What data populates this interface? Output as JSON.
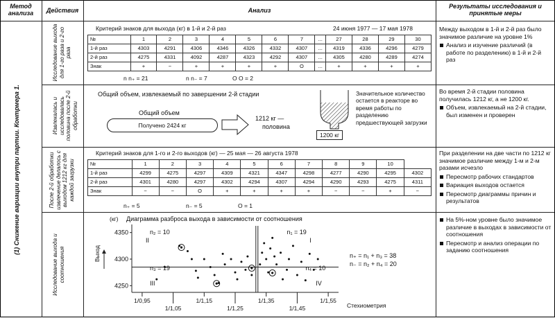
{
  "headers": {
    "method": "Метод анализа",
    "actions": "Действия",
    "analysis": "Анализ",
    "results": "Результаты исследования и принятые меры"
  },
  "method_label": "(1) Снижение вариации внутри партии. Контрмера 1.",
  "row1": {
    "action": "Исследование выхода для 1-го раза и 2-го раза",
    "title": "Критерий знаков для выхода (кг) в 1-й и 2-й раз",
    "date": "24 июня 1977 — 17 мая 1978",
    "table": {
      "header": [
        "№",
        "1",
        "2",
        "3",
        "4",
        "5",
        "6",
        "7",
        "...",
        "27",
        "28",
        "29",
        "30"
      ],
      "r1": [
        "1-й раз",
        "4303",
        "4291",
        "4306",
        "4346",
        "4326",
        "4332",
        "4307",
        "...",
        "4319",
        "4336",
        "4296",
        "4279"
      ],
      "r2": [
        "2-й раз",
        "4275",
        "4331",
        "4092",
        "4287",
        "4323",
        "4292",
        "4307",
        "...",
        "4305",
        "4280",
        "4289",
        "4274"
      ],
      "r3": [
        "Знак",
        "+",
        "−",
        "+",
        "+",
        "+",
        "+",
        "O",
        "...",
        "+",
        "+",
        "+",
        "+"
      ]
    },
    "counts": [
      "n n₊ = 21",
      "n n₋ = 7",
      "O O = 2"
    ],
    "result_text": "Между выходом в 1-й и 2-й раз было значимое различие на уровне 1%",
    "result_bullets": [
      "Анализ и изучение различий (в работе по разделению) в 1-й и 2-й раз"
    ]
  },
  "row2": {
    "action": "Извлекалась и исследовалась половина после 2-й обработки",
    "title": "Общий объем, извлекаемый по завершении 2-й стадии",
    "total_label": "Общий объем",
    "obtained": "Получено 2424 кг",
    "half_line1": "1212 кг —",
    "half_line2": "половина",
    "tank_label": "1200 кг",
    "note": "Значительное количество остается в реакторе во время работы по разделению предшествующей загрузки",
    "result_text": "Во время 2-й стадии половина получилась 1212 кг, а не 1200 кг.",
    "result_bullets": [
      "Объем, извлекаемый на 2-й стадии, был изменен и проверен"
    ]
  },
  "row3": {
    "action": "После 2-й обработки извлечение делалось с выходом 1212 кг для каждой загрузки",
    "title": "Критерий знаков для 1-го и 2-го выходов (кг) — 25 мая — 26 августа 1978",
    "table": {
      "header": [
        "№",
        "1",
        "2",
        "3",
        "4",
        "5",
        "6",
        "7",
        "8",
        "9",
        "10"
      ],
      "r1": [
        "1-й раз",
        "4299",
        "4275",
        "4297",
        "4309",
        "4321",
        "4347",
        "4298",
        "4277",
        "4290",
        "4295",
        "4302"
      ],
      "r2": [
        "2-й раз",
        "4301",
        "4280",
        "4297",
        "4302",
        "4294",
        "4307",
        "4294",
        "4290",
        "4293",
        "4275",
        "4311"
      ],
      "r3": [
        "Знак",
        "−",
        "−",
        "O",
        "+",
        "+",
        "+",
        "+",
        "−",
        "−",
        "+",
        "−"
      ]
    },
    "counts": [
      "n₊ = 5",
      "n₋ = 5",
      "O = 1"
    ],
    "result_text": "При разделении на две части по 1212 кг значимое различие между 1-м и 2-м разами исчезло",
    "result_bullets": [
      "Пересмотр рабочих стандартов",
      "Вариация выходов остается",
      "Пересмотр диаграммы причин и результатов"
    ]
  },
  "row4": {
    "action": "Исследование выхода и соотношения",
    "result_bullets": [
      "На 5%-ном уровне было значимое различие в выходах в зависимости от соотношения",
      "Пересмотр и анализ операции по заданию соотношения"
    ]
  },
  "chart_data": {
    "type": "scatter",
    "title": "Диаграмма разброса выхода в зависимости от соотношения",
    "unit": "(кг)",
    "ylabel": "Выход",
    "xlabel": "Стехиометрия",
    "yticks": [
      "4350",
      "4300",
      "4250"
    ],
    "xticks_bottom": [
      "1/0,95",
      "1/1,15",
      "1/1,35",
      "1/1,55"
    ],
    "xticks_top": [
      "1/1,05",
      "1/1,25",
      "1/1,45"
    ],
    "quadrants": [
      "n₂ = 10",
      "n₁ = 19",
      "n₃ = 19",
      "n₄ = 10"
    ],
    "quadrant_numerals": [
      "II",
      "I",
      "III",
      "IV"
    ],
    "formula1": "n₊ = n₁ + n₃ = 38",
    "formula2": "n₋ = n₂ + n₄ = 20",
    "ylim": [
      4240,
      4360
    ],
    "xlim": [
      0,
      10
    ],
    "median_x": 6,
    "median_y": 4285,
    "points": [
      [
        1.2,
        4262
      ],
      [
        1.6,
        4285
      ],
      [
        2.3,
        4325
      ],
      [
        2.7,
        4315
      ],
      [
        2.9,
        4300
      ],
      [
        3.1,
        4278
      ],
      [
        3.2,
        4265
      ],
      [
        3.5,
        4300
      ],
      [
        3.8,
        4285
      ],
      [
        4.0,
        4270
      ],
      [
        4.2,
        4255
      ],
      [
        4.4,
        4310
      ],
      [
        4.5,
        4290
      ],
      [
        4.8,
        4300
      ],
      [
        5.0,
        4275
      ],
      [
        5.1,
        4262
      ],
      [
        5.3,
        4295
      ],
      [
        5.5,
        4280
      ],
      [
        5.6,
        4305
      ],
      [
        5.8,
        4270
      ],
      [
        6.2,
        4290
      ],
      [
        6.3,
        4312
      ],
      [
        6.4,
        4330
      ],
      [
        6.5,
        4300
      ],
      [
        6.6,
        4275
      ],
      [
        6.7,
        4320
      ],
      [
        6.8,
        4340
      ],
      [
        6.9,
        4305
      ],
      [
        7.0,
        4290
      ],
      [
        7.2,
        4312
      ],
      [
        7.3,
        4262
      ],
      [
        7.5,
        4280
      ],
      [
        7.6,
        4300
      ],
      [
        7.8,
        4325
      ],
      [
        8.0,
        4270
      ],
      [
        8.2,
        4295
      ],
      [
        8.4,
        4260
      ],
      [
        8.6,
        4310
      ],
      [
        8.8,
        4280
      ],
      [
        9.0,
        4300
      ]
    ],
    "circled": [
      [
        2.4,
        4322
      ],
      [
        5.8,
        4283
      ],
      [
        6.8,
        4274
      ],
      [
        4.1,
        4254
      ]
    ]
  }
}
